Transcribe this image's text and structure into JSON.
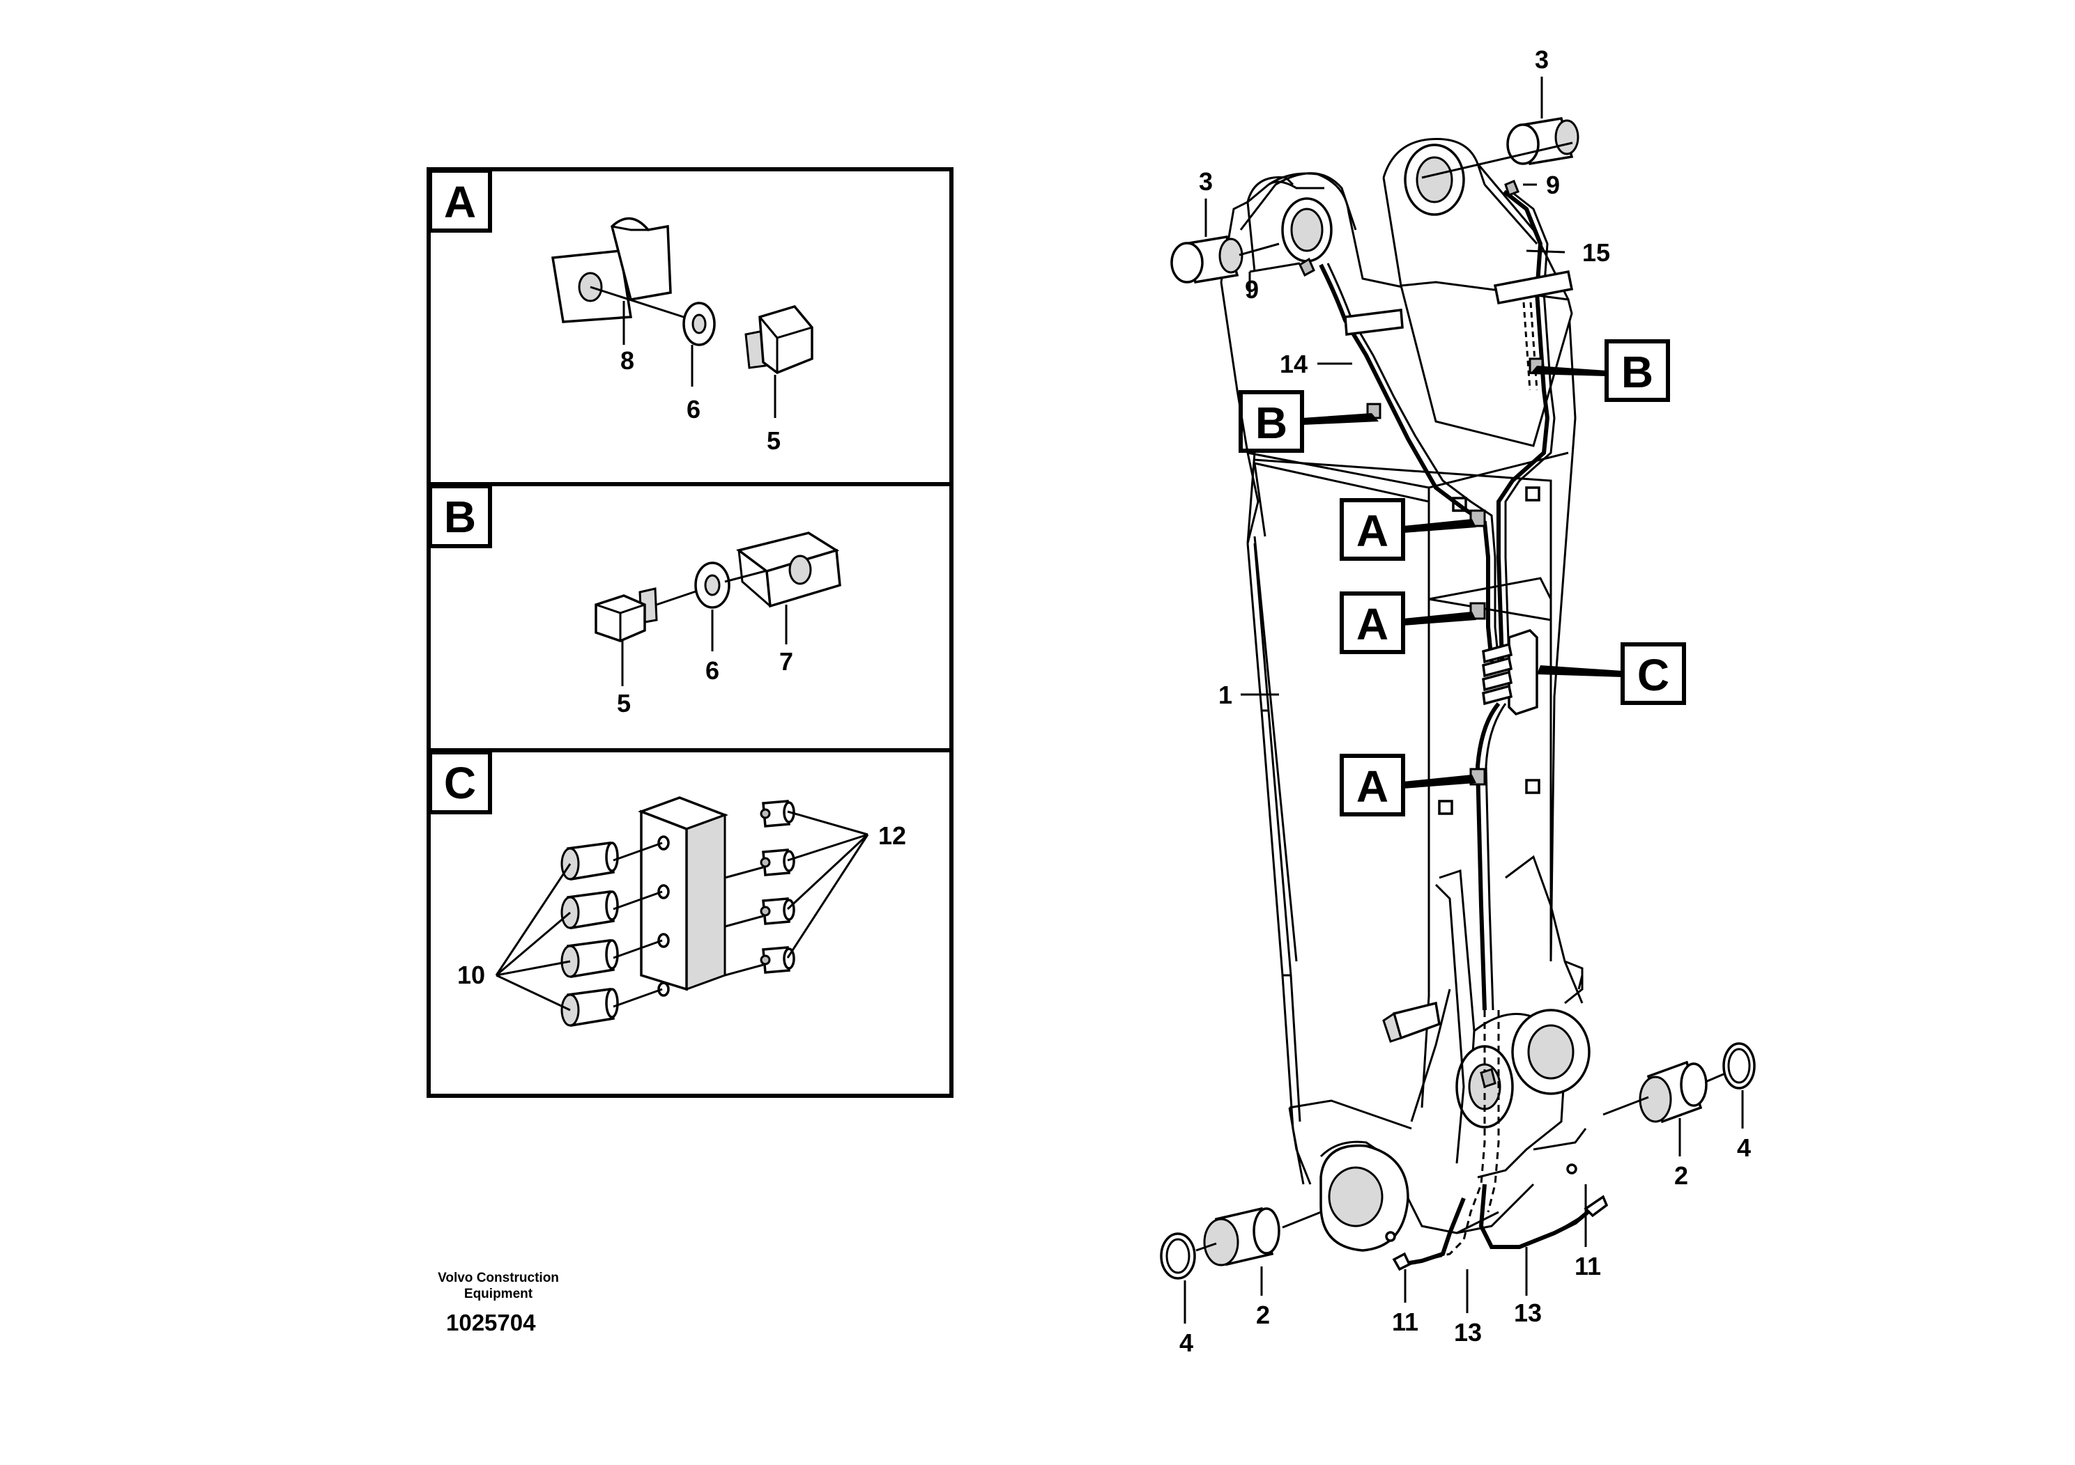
{
  "detail_panels": [
    {
      "letter": "A",
      "parts": [
        "8",
        "6",
        "5"
      ]
    },
    {
      "letter": "B",
      "parts": [
        "5",
        "6",
        "7"
      ]
    },
    {
      "letter": "C",
      "parts": [
        "12",
        "10"
      ]
    }
  ],
  "callout_boxes": [
    "B",
    "B",
    "A",
    "A",
    "C",
    "A"
  ],
  "part_numbers": {
    "p3_left": "3",
    "p3_right": "3",
    "p9_left": "9",
    "p9_right": "9",
    "p15": "15",
    "p14": "14",
    "p1": "1",
    "p2_right": "2",
    "p4_right": "4",
    "p4_left": "4",
    "p2_left": "2",
    "p11_left": "11",
    "p11_right": "11",
    "p13_left": "13",
    "p13_right": "13"
  },
  "credit": {
    "line1": "Volvo Construction",
    "line2": "Equipment",
    "doc_number": "1025704"
  }
}
